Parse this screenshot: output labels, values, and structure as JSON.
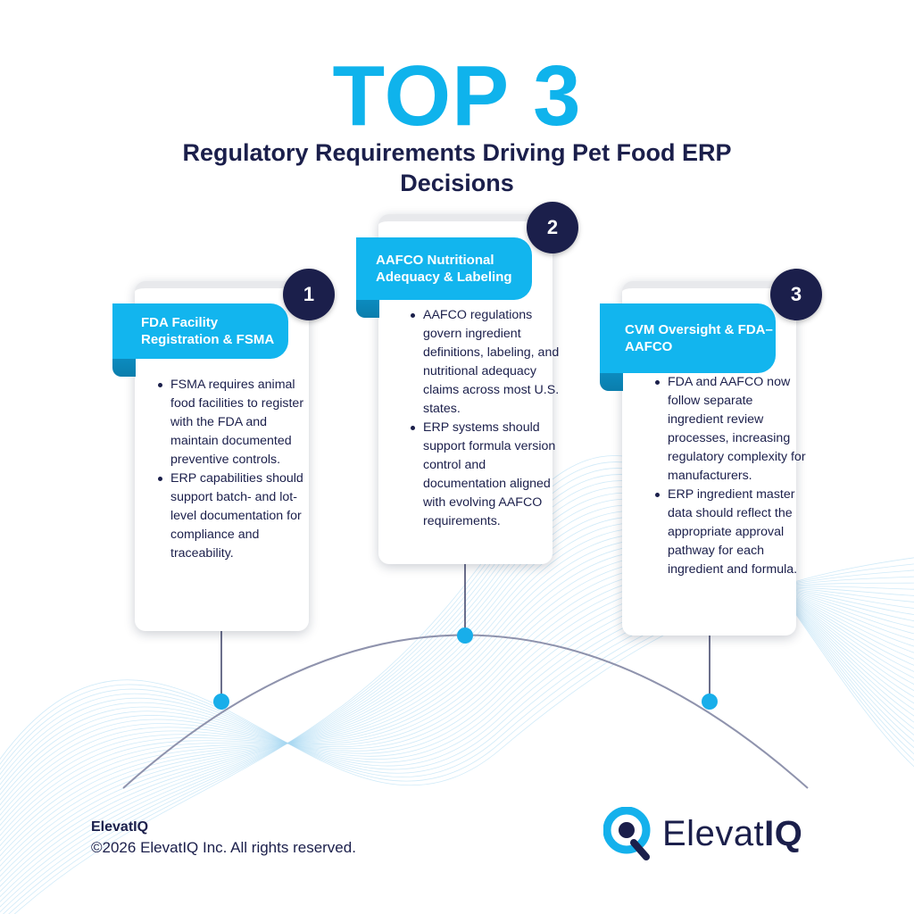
{
  "header": {
    "title": "TOP 3",
    "subtitle": "Regulatory Requirements Driving Pet Food ERP Decisions"
  },
  "cards": [
    {
      "number": "1",
      "title": "FDA Facility Registration & FSMA",
      "bullets": [
        "FSMA requires animal food facilities to register with the FDA and maintain documented preventive controls.",
        "ERP capabilities should support batch- and lot-level documentation for compliance and traceability."
      ]
    },
    {
      "number": "2",
      "title": "AAFCO Nutritional Adequacy & Labeling",
      "bullets": [
        "AAFCO regulations govern ingredient definitions, labeling, and nutritional adequacy claims across most U.S. states.",
        "ERP systems should support formula version control and documentation aligned with evolving AAFCO requirements."
      ]
    },
    {
      "number": "3",
      "title": "CVM Oversight & FDA–AAFCO",
      "bullets": [
        "FDA and AAFCO now follow separate ingredient review processes, increasing regulatory complexity for manufacturers.",
        "ERP ingredient master data should reflect the appropriate approval pathway for each ingredient and formula."
      ]
    }
  ],
  "footer": {
    "brand": "ElevatIQ",
    "copyright": "©2026 ElevatIQ Inc. All rights reserved."
  },
  "logo": {
    "text_regular": "Elevat",
    "text_bold": "IQ",
    "icon": "elevatiq-q-icon"
  },
  "colors": {
    "accent": "#0fb3ec",
    "navy": "#1b1f4b",
    "ribbon": "#12b5ee",
    "ribbon_fold": "#0c8fc4",
    "connector_dot": "#18aeea"
  }
}
